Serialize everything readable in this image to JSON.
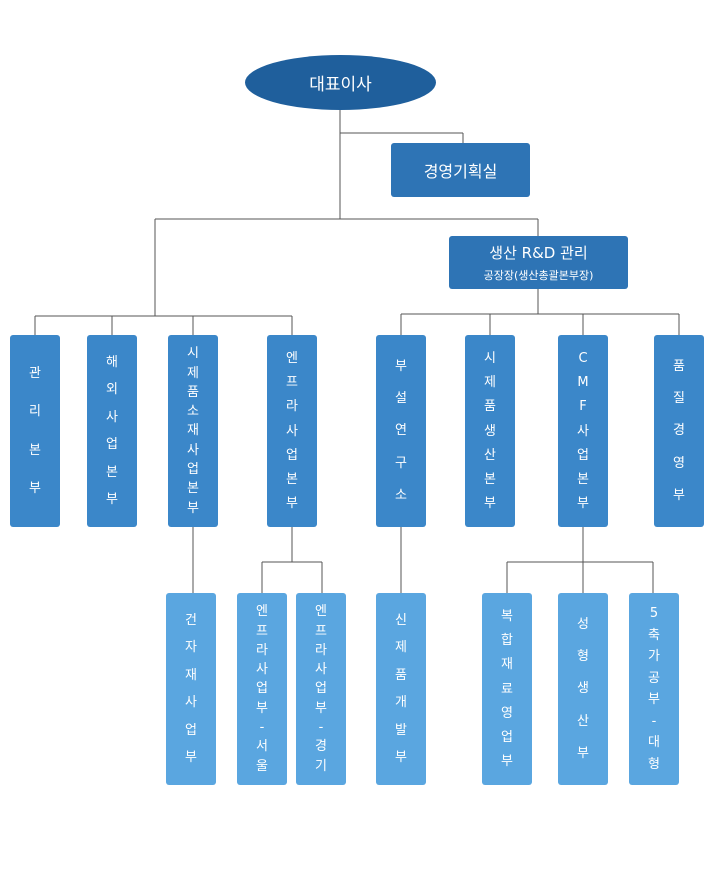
{
  "chart": {
    "ceo": "대표이사",
    "planning": "경영기획실",
    "production": {
      "title": "생산 R&D 관리",
      "subtitle": "공장장(생산총괄본부장)"
    },
    "divisions": [
      "관리본부",
      "해외사업본부",
      "시제품소재사업본부",
      "엔프라사업본부",
      "부설연구소",
      "시제품생산본부",
      "CMF사업본부",
      "품질경영부"
    ],
    "teams": [
      "건자재사업부",
      "엔프라사업부-서울",
      "엔프라사업부-경기",
      "신제품개발부",
      "복합재료영업부",
      "성형생산부",
      "5축가공부-대형"
    ]
  },
  "colors": {
    "ceo": "#1f5f9c",
    "planning": "#2e74b5",
    "division": "#3b87c9",
    "team": "#5aa6e0",
    "connector": "#555555"
  }
}
